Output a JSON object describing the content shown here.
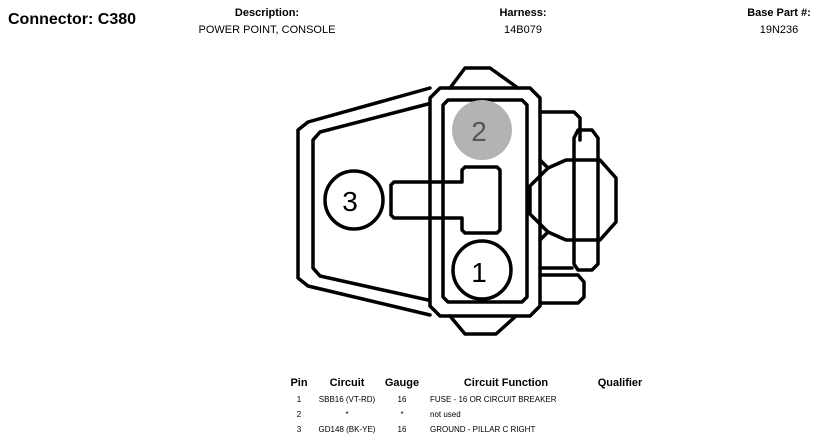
{
  "connector": {
    "title": "Connector: C380"
  },
  "description": {
    "label": "Description:",
    "value": "POWER POINT, CONSOLE"
  },
  "harness": {
    "label": "Harness:",
    "value": "14B079"
  },
  "base_part": {
    "label": "Base Part #:",
    "value": "19N236"
  },
  "pins": [
    {
      "label": "1",
      "state": "populated",
      "fill": "#ffffff"
    },
    {
      "label": "2",
      "state": "not used",
      "fill": "#b3b3b3"
    },
    {
      "label": "3",
      "state": "populated",
      "fill": "#ffffff"
    }
  ],
  "table": {
    "headers": {
      "pin": "Pin",
      "circuit": "Circuit",
      "gauge": "Gauge",
      "function": "Circuit Function",
      "qualifier": "Qualifier"
    },
    "rows": [
      {
        "pin": "1",
        "circuit": "SBB16 (VT-RD)",
        "gauge": "16",
        "function": "FUSE - 16 OR CIRCUIT BREAKER",
        "qualifier": ""
      },
      {
        "pin": "2",
        "circuit": "*",
        "gauge": "*",
        "function": "not used",
        "qualifier": ""
      },
      {
        "pin": "3",
        "circuit": "GD148 (BK-YE)",
        "gauge": "16",
        "function": "GROUND - PILLAR C RIGHT",
        "qualifier": ""
      }
    ]
  }
}
